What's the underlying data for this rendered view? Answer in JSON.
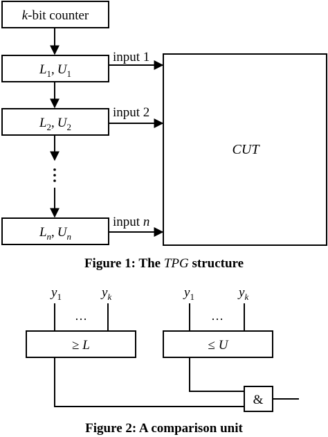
{
  "figure1": {
    "counter_label_italic": "k",
    "counter_label_rest": "-bit counter",
    "stage1_l": "L",
    "stage1_lsub": "1",
    "stage1_u": "U",
    "stage1_usub": "1",
    "stage2_l": "L",
    "stage2_lsub": "2",
    "stage2_u": "U",
    "stage2_usub": "2",
    "stagen_l": "L",
    "stagen_lsub": "n",
    "stagen_u": "U",
    "stagen_usub": "n",
    "comma": ",",
    "input1": "input 1",
    "input2": "input 2",
    "inputn_text": "input ",
    "inputn_var": "n",
    "cut_label": "CUT",
    "caption_pre": "Figure 1: The ",
    "caption_ital": "TPG",
    "caption_post": " structure"
  },
  "figure2": {
    "y": "y",
    "sub1": "1",
    "subk": "k",
    "ellipsis": "…",
    "ge_sym": "≥ ",
    "ge_var": "L",
    "le_sym": "≤ ",
    "le_var": "U",
    "and_label": "&",
    "caption": "Figure 2: A comparison unit"
  }
}
